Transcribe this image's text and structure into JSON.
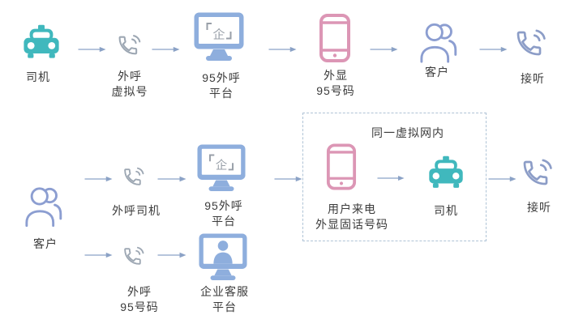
{
  "row1": {
    "driver": "司机",
    "outbound_virtual": "外呼\n虚拟号",
    "platform_95": "95外呼\n平台",
    "display_95": "外显\n95号码",
    "customer": "客户",
    "answer": "接听"
  },
  "row2": {
    "customer": "客户",
    "call_driver": "外呼司机",
    "call_95": "外呼\n95号码",
    "platform_95": "95外呼\n平台",
    "enterprise_service_platform": "企业客服\n平台",
    "answer": "接听"
  },
  "box": {
    "title": "同一虚拟网内",
    "incoming_call": "用户来电\n外显固话号码",
    "driver": "司机"
  },
  "monitor_glyph": "企",
  "colors": {
    "taxi_teal": "#40b8bd",
    "monitor_blue": "#8eaedd",
    "smartphone_pink": "#dc96b5",
    "people_blue": "#8c9ed1",
    "phone_gray": "#9da7b3",
    "answer_phone_blue": "#8c9dc7",
    "arrow": "#8ba2c6",
    "box_border": "#afc3d6",
    "text": "#3b3b3b"
  }
}
